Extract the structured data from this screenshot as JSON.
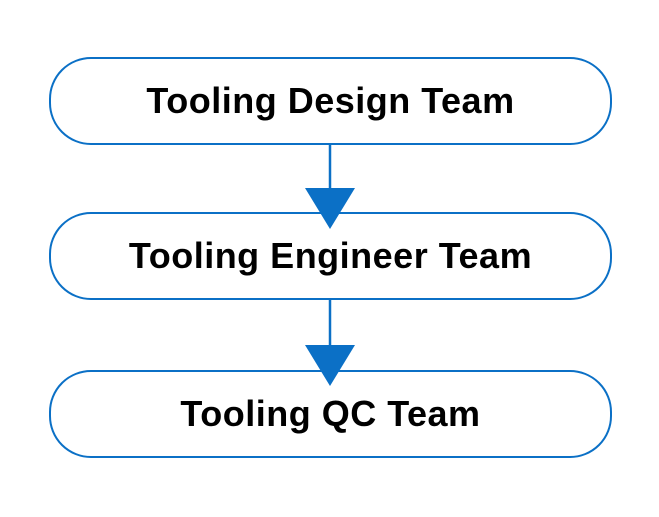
{
  "diagram": {
    "type": "flowchart",
    "direction": "top-to-bottom",
    "nodes": [
      {
        "label": "Tooling Design Team",
        "shape": "rounded-rectangle"
      },
      {
        "label": "Tooling Engineer Team",
        "shape": "rounded-rectangle"
      },
      {
        "label": "Tooling QC Team",
        "shape": "rounded-rectangle"
      }
    ],
    "edges": [
      {
        "from": "Tooling Design Team",
        "to": "Tooling Engineer Team",
        "style": "solid-arrow-down"
      },
      {
        "from": "Tooling Engineer Team",
        "to": "Tooling QC Team",
        "style": "solid-arrow-down"
      }
    ]
  },
  "colors": {
    "accent": "#0b70c6",
    "node_fill": "#ffffff",
    "text": "#000000",
    "background": "#ffffff"
  }
}
